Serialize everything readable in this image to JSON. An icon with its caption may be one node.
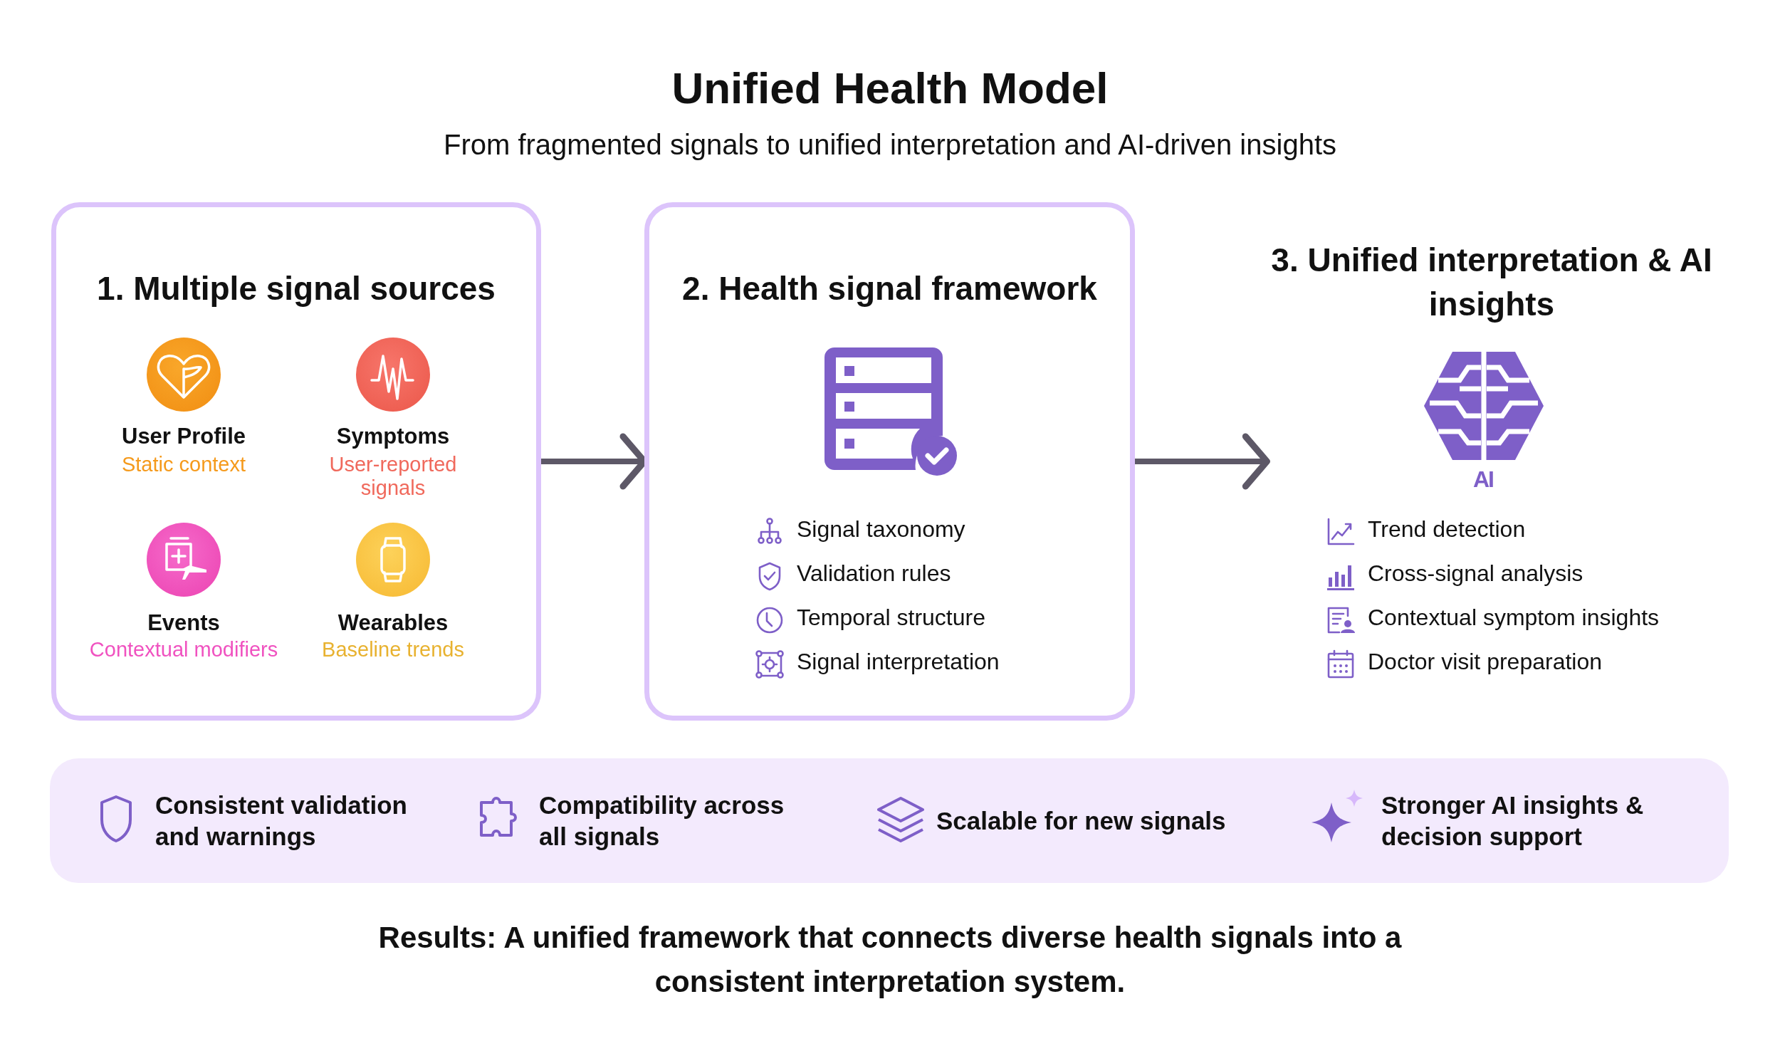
{
  "diagram": {
    "title": "Unified Health Model",
    "caption": "Results: A unified framework that connects diverse health signals into a consistent interpretation system.",
    "nodes": [
      {
        "text": [
          "1. Multiple signal sources"
        ]
      },
      {
        "text": [
          "2. Health signal framework"
        ]
      },
      {
        "text": [
          "3. Unified interpretation & AI insights"
        ]
      },
      {
        "text": [
          "Consistent validation and warnings",
          "Compatibility across all signals",
          "Scalable for new signals",
          "Stronger AI insights & decision support"
        ]
      }
    ],
    "edges": [
      {
        "from": 0,
        "to": 1,
        "arrow": "to"
      },
      {
        "from": 1,
        "to": 2,
        "arrow": "to"
      }
    ],
    "labels": [
      "From fragmented signals to unified interpretation and AI-driven insights",
      "User Profile",
      "Static context",
      "Symptoms",
      "User-reported signals",
      "Events",
      "Contextual modifiers",
      "Wearables",
      "Baseline trends",
      "Signal taxonomy",
      "Validation rules",
      "Temporal structure",
      "Signal interpretation",
      "AI",
      "Trend detection",
      "Cross-signal analysis",
      "Contextual symptom insights",
      "Doctor visit preparation"
    ]
  }
}
